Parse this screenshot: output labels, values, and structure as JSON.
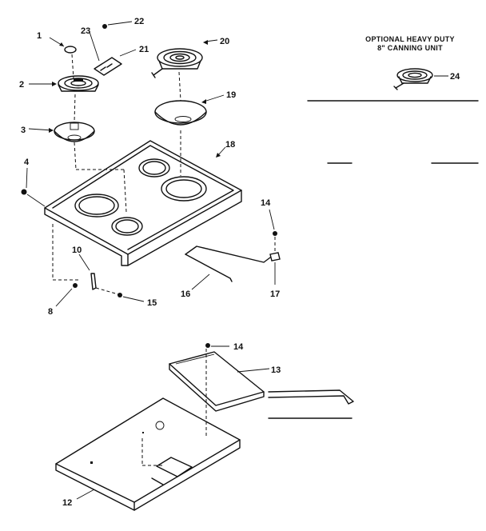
{
  "title": {
    "line1": "OPTIONAL HEAVY DUTY",
    "line2": "8\" CANNING UNIT"
  },
  "callouts": {
    "c1": "1",
    "c2": "2",
    "c3": "3",
    "c4": "4",
    "c8": "8",
    "c10": "10",
    "c12": "12",
    "c13": "13",
    "c14a": "14",
    "c14b": "14",
    "c15": "15",
    "c16": "16",
    "c17": "17",
    "c18": "18",
    "c19": "19",
    "c20": "20",
    "c21": "21",
    "c22": "22",
    "c23": "23",
    "c24": "24"
  }
}
